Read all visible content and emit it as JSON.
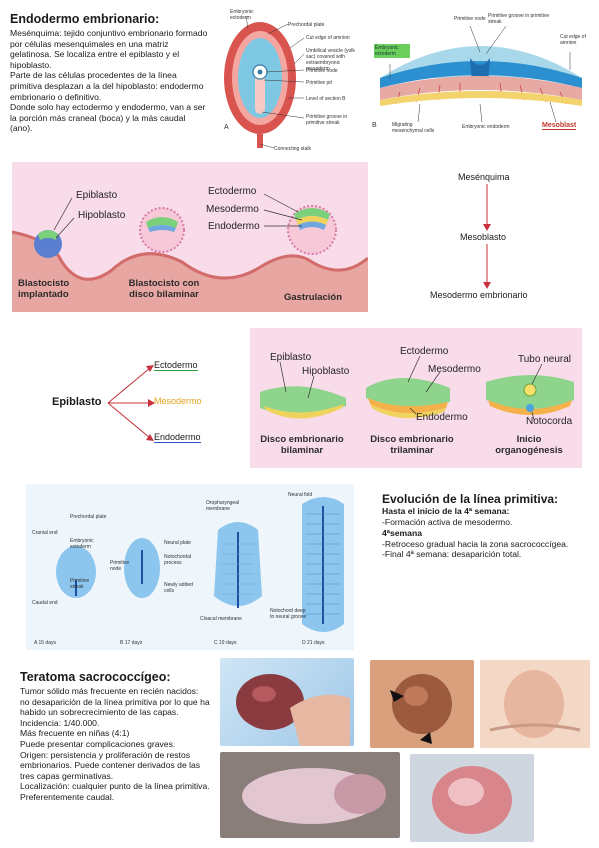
{
  "section1": {
    "title": "Endodermo embrionario:",
    "paragraphs": [
      "Mesénquima: tejido conjuntivo embrionario formado por células mesenquimales en una matriz gelatinosa. Se localiza entre el epiblasto y el hipoblasto.",
      "Parte de las células procedentes de la línea primitiva desplazan a la del hipoblasto: endodermo embrionario o definitivo.",
      "Donde solo hay ectodermo y endodermo, van a ser la porción más craneal (boca) y la más caudal (ano)."
    ]
  },
  "figA": {
    "labels": [
      "Embryonic ectoderm",
      "Prechordal plate",
      "Cut edge of amnion",
      "Umbilical vesicle (yolk sac) covered with extraembryonic mesoderm",
      "Primitive node",
      "Primitive pit",
      "Level of section B",
      "Primitive groove in primitive streak",
      "Connecting stalk"
    ],
    "letter": "A"
  },
  "figB": {
    "labels": [
      "Primitive node",
      "Primitive groove in primitive streak",
      "Cut edge of amnion",
      "Embryonic ectoderm",
      "Migrating mesenchymal cells",
      "Embryonic endoderm",
      "Mesoblast"
    ],
    "letter": "B"
  },
  "blastocyst_panel": {
    "labels": [
      "Epiblasto",
      "Hipoblasto",
      "Ectodermo",
      "Mesodermo",
      "Endodermo"
    ],
    "captions": [
      "Blastocisto implantado",
      "Blastocisto con disco bilaminar",
      "Gastrulación"
    ]
  },
  "flow": {
    "items": [
      "Mesénquima",
      "Mesoblasto",
      "Mesodermo embrionario"
    ]
  },
  "epiblast_tree": {
    "root": "Epiblasto",
    "branches": [
      "Ectodermo",
      "Mesodermo",
      "Endodermo"
    ],
    "colors": [
      "#2e9e3e",
      "#e3a21a",
      "#2b56c6"
    ]
  },
  "disc_panel": {
    "labels": [
      "Epiblasto",
      "Hipoblasto",
      "Ectodermo",
      "Mesodermo",
      "Endodermo",
      "Tubo neural",
      "Notocorda"
    ],
    "captions": [
      "Disco embrionario bilaminar",
      "Disco embrionario trilaminar",
      "Inicio organogénesis"
    ]
  },
  "streak_fig": {
    "labels": [
      "Cranial end",
      "Prechordal plate",
      "Embryonic ectoderm",
      "Primitive streak",
      "Caudal end",
      "Neural plate",
      "Notochordal process",
      "Primitive node",
      "Newly added cells",
      "Oropharyngeal membrane",
      "Cloacal membrane",
      "Neural fold",
      "Notochord deep to neural groove"
    ],
    "stages": [
      "A  15 days",
      "B  17 days",
      "C  19 days",
      "D  21 days"
    ]
  },
  "evolution": {
    "title": "Evolución de la línea primitiva:",
    "sub1": "Hasta el inicio de la 4ª semana:",
    "line1": "-Formación activa de mesodermo.",
    "sub2": "4ªsemana",
    "line2": "-Retroceso gradual hacia la zona sacrococcígea.",
    "line3": "-Final 4ª semana: desaparición total."
  },
  "teratoma": {
    "title": "Teratoma sacrococcígeo:",
    "paragraphs": [
      "Tumor sólido más frecuente en recién nacidos: no desaparición de la línea primitiva por lo que ha habido un sobrecrecimiento de las capas.",
      "Incidencia: 1/40.000.",
      "Más frecuente en niñas (4:1)",
      "Puede presentar complicaciones graves.",
      "Origen: persistencia y proliferación de restos embrionarios. Puede contener derivados de las tres capas germinativas.",
      "Localización: cualquier punto de la línea primitiva. Preferentemente caudal."
    ]
  }
}
